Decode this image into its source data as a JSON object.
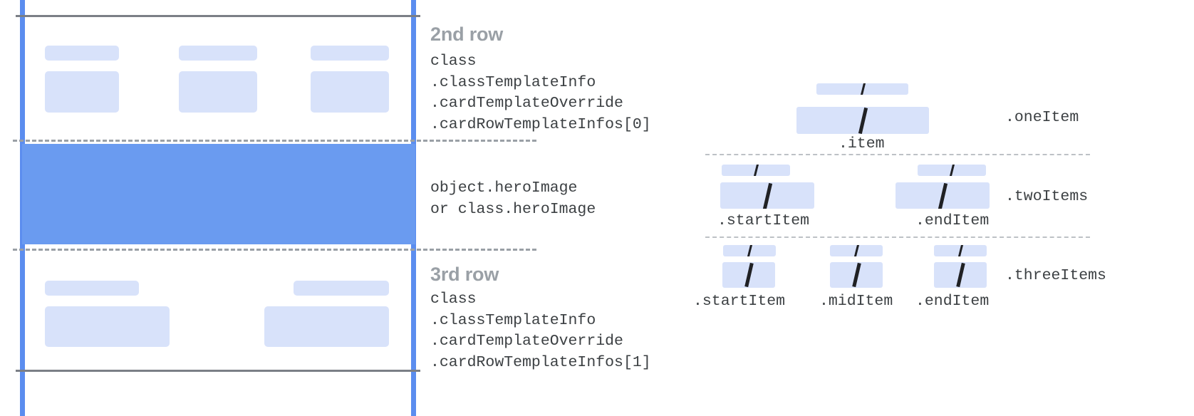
{
  "diagram": {
    "title": "Card template row structure diagram",
    "colors": {
      "guide_blue": "#5b8def",
      "hero_blue": "#6a9bf0",
      "placeholder_blue": "#d8e2fa",
      "frame_gray": "#7b7f86",
      "dash_gray": "#9aa0a6",
      "heading_gray": "#9aa0a6",
      "mono_text": "#3c4043"
    }
  },
  "left_panel": {
    "sections": [
      {
        "heading": "2nd row",
        "code": "class\n.classTemplateInfo\n.cardTemplateOverride\n.cardRowTemplateInfos[0]"
      },
      {
        "heading": "",
        "code": "object.heroImage\nor class.heroImage"
      },
      {
        "heading": "3rd row",
        "code": "class\n.classTemplateInfo\n.cardTemplateOverride\n.cardRowTemplateInfos[1]"
      }
    ]
  },
  "right_panel": {
    "groups": [
      {
        "name": ".oneItem",
        "items": [
          {
            "label": ".item"
          }
        ]
      },
      {
        "name": ".twoItems",
        "items": [
          {
            "label": ".startItem"
          },
          {
            "label": ".endItem"
          }
        ]
      },
      {
        "name": ".threeItems",
        "items": [
          {
            "label": ".startItem"
          },
          {
            "label": ".midItem"
          },
          {
            "label": ".endItem"
          }
        ]
      }
    ],
    "slash_glyph": "/"
  }
}
